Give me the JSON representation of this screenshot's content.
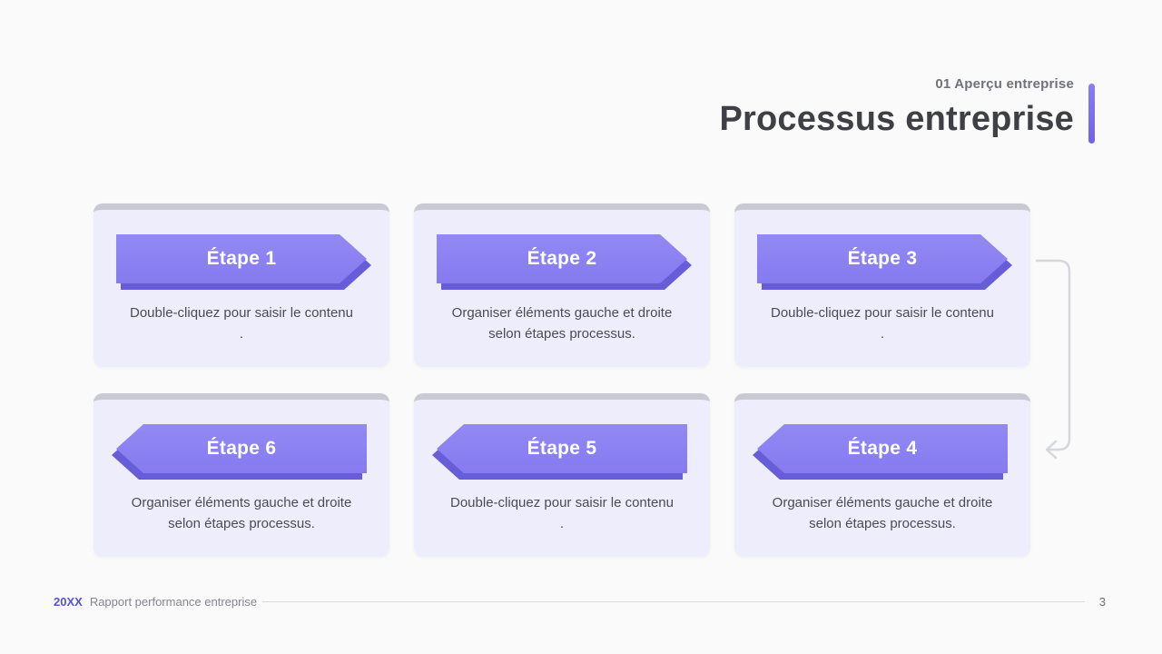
{
  "header": {
    "eyebrow": "01 Aperçu entreprise",
    "title": "Processus entreprise"
  },
  "cards": [
    {
      "step_label": "Étape 1",
      "description": "Double-cliquez pour saisir le contenu\n.",
      "arrow_direction": "right"
    },
    {
      "step_label": "Étape 2",
      "description": "Organiser éléments gauche et droite\nselon étapes processus.",
      "arrow_direction": "right"
    },
    {
      "step_label": "Étape 3",
      "description": "Double-cliquez pour saisir le contenu\n.",
      "arrow_direction": "right"
    },
    {
      "step_label": "Étape 6",
      "description": "Organiser éléments gauche et droite\nselon étapes processus.",
      "arrow_direction": "left"
    },
    {
      "step_label": "Étape 5",
      "description": "Double-cliquez pour saisir le contenu\n.",
      "arrow_direction": "left"
    },
    {
      "step_label": "Étape 4",
      "description": "Organiser éléments gauche et droite\nselon étapes processus.",
      "arrow_direction": "left"
    }
  ],
  "footer": {
    "year": "20XX",
    "label": "Rapport performance entreprise",
    "page_number": "3"
  },
  "colors": {
    "accent_purple": "#7b6cf0",
    "arrow_fill": "#8b80f1",
    "arrow_shadow": "#685dd8",
    "card_background": "#eeedfb",
    "card_top_edge": "#c9c9d3",
    "title_text": "#3f3f46",
    "connector_gray": "#d6d6dd"
  }
}
